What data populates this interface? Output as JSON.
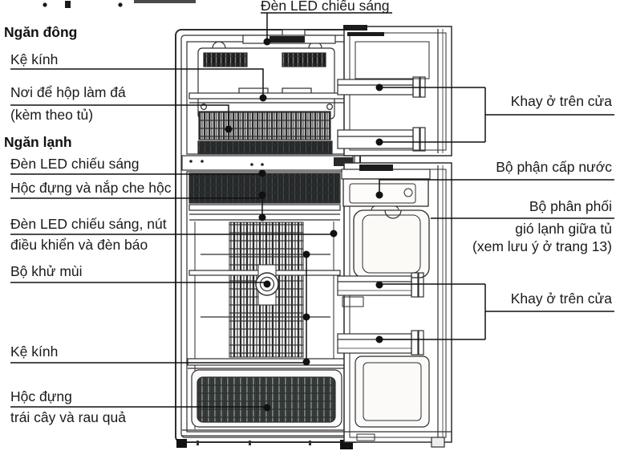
{
  "figure": {
    "type": "refrigerator-parts-diagram",
    "line_color": "#1a1a1a",
    "background": "#ffffff"
  },
  "sections": {
    "freezer_header": "Ngăn đông",
    "fridge_header": "Ngăn lạnh"
  },
  "callouts": {
    "top_led": "Đèn LED chiếu sáng",
    "freezer_glass_shelf": "Kệ kính",
    "ice_box_1": "Nơi để hộp làm đá",
    "ice_box_2": "(kèm theo tủ)",
    "fridge_led": "Đèn LED chiếu sáng",
    "drawer_and_cover": "Hộc đựng và nắp che hộc",
    "led_controls_1": "Đèn LED chiếu sáng, nút",
    "led_controls_2": "điều khiển và đèn báo",
    "deodorizer": "Bộ khử mùi",
    "fridge_glass_shelf": "Kệ kính",
    "fruit_drawer_1": "Hộc đựng",
    "fruit_drawer_2": "trái cây và rau quả",
    "door_tray_top": "Khay ở trên cửa",
    "water_supply": "Bộ phận cấp nước",
    "air_distributor_1": "Bộ phân phối",
    "air_distributor_2": "gió lạnh giữa tủ",
    "air_distributor_3": "(xem lưu ý ở trang 13)",
    "door_tray_bottom": "Khay ở trên cửa"
  }
}
